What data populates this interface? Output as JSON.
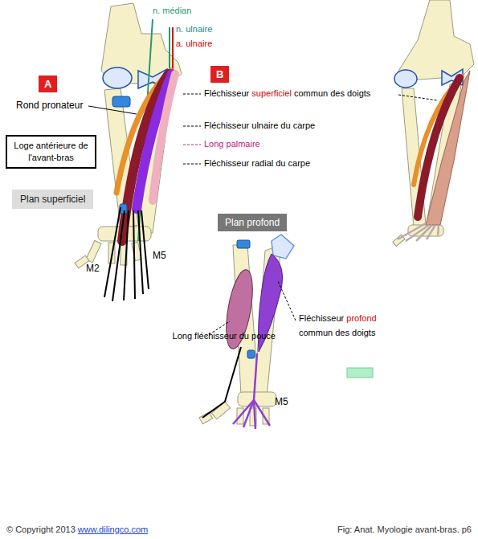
{
  "diagram": {
    "caption": "Fig: Anat. Myologie avant-bras. p6",
    "nodes": [
      {
        "text": [
          "A"
        ]
      },
      {
        "text": [
          "B"
        ]
      },
      {
        "text": [
          "Loge antérieure de l'avant-bras"
        ]
      },
      {
        "text": [
          "Plan superficiel"
        ]
      },
      {
        "text": [
          "Plan profond"
        ]
      }
    ],
    "labels": [
      "n. médian",
      "n. ulnaire",
      "a. ulnaire",
      "Rond pronateur",
      "Fléchisseur",
      "superficiel",
      "commun des doigts",
      "Fléchisseur ulnaire du carpe",
      "Long palmaire",
      "Fléchisseur radial du carpe",
      "M2",
      "M5",
      "Long fléchisseur du pouce",
      "Fléchisseur",
      "profond",
      "commun des doigts",
      "M5",
      "© Copyright 2013",
      "www.dilingco.com"
    ]
  }
}
